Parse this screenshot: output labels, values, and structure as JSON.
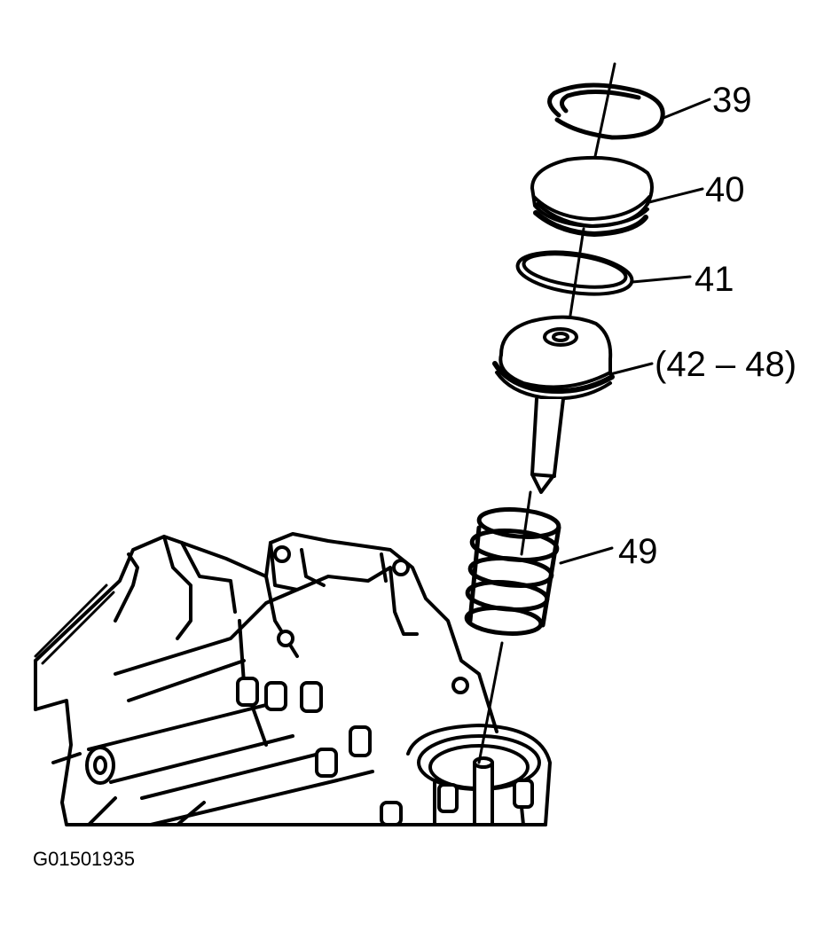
{
  "callouts": [
    {
      "id": "c39",
      "label": "39"
    },
    {
      "id": "c40",
      "label": "40"
    },
    {
      "id": "c41",
      "label": "41"
    },
    {
      "id": "c42",
      "label": "(42 – 48)"
    },
    {
      "id": "c49",
      "label": "49"
    }
  ],
  "figure_id": "G01501935"
}
